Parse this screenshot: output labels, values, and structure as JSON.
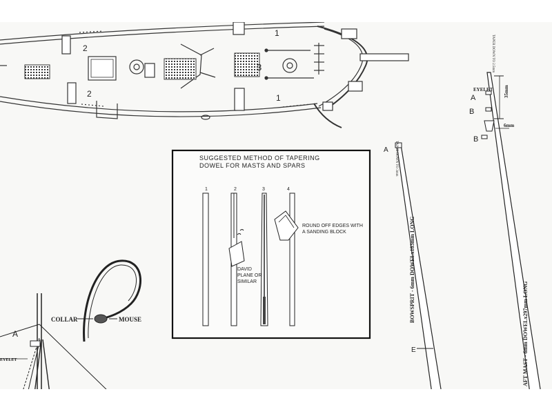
{
  "deck_plan": {
    "callouts": [
      "1",
      "2",
      "2",
      "3",
      "1"
    ]
  },
  "tapering_box": {
    "title_line1": "SUGGESTED METHOD OF TAPERING",
    "title_line2": "DOWEL FOR MASTS AND SPARS",
    "step_numbers": [
      "1",
      "2",
      "3",
      "4"
    ],
    "plane_note": [
      "DAVID",
      "PLANE OR",
      "SIMILAR"
    ],
    "sanding_note": [
      "ROUND OFF EDGES WITH",
      "A SANDING BLOCK"
    ]
  },
  "bowsprit": {
    "top_label": "A",
    "bottom_label": "E",
    "taper_note": "TAPER DOWN TO 3mm",
    "dowel_note": "BOWSPRIT - 6mm DOWELx183mm LONG"
  },
  "aft_mast": {
    "eyelet_label": "EYELET",
    "labels": [
      "A",
      "B",
      "B"
    ],
    "taper_note": "TAPER DOWN TO 2.5mm",
    "dim_35": "35mm",
    "dim_6": "6mm",
    "dowel_note": "AFT MAST - 6mm DOWELx297mm LONG"
  },
  "rigging_detail": {
    "collar_label": "COLLAR",
    "mouse_label": "MOUSE",
    "point_label": "A",
    "eyelet_label": "EYELET"
  }
}
